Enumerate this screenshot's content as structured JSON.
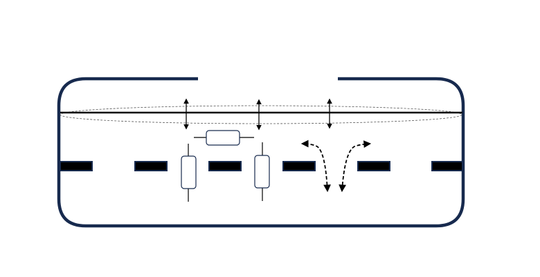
{
  "colors": {
    "outline": "#172a4e",
    "line": "#000000",
    "ellipse": "#555555",
    "background": "#ffffff"
  },
  "diagram": {
    "membrane_segments": 6,
    "vertical_arrows": 3,
    "resistors": 3,
    "curved_dashed_arrows": 2
  }
}
